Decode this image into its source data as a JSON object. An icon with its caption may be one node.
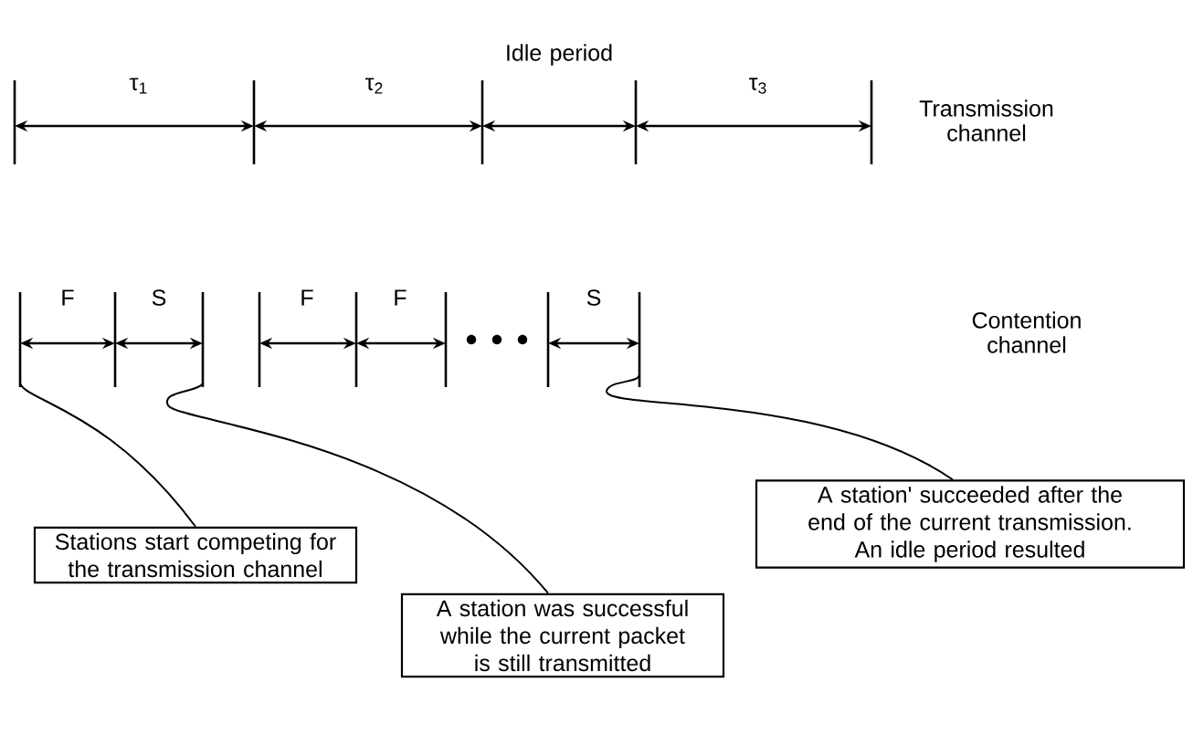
{
  "diagram": {
    "nodes": [
      {
        "text": [
          "Stations start competing for the transmission channel"
        ]
      },
      {
        "text": [
          "A station was successful while the current packet is still transmitted"
        ]
      },
      {
        "text": [
          "A station' succeeded after the end of the current transmission. An idle period resulted"
        ]
      }
    ],
    "edges": [
      {
        "from": 0,
        "to": null,
        "arrow": "none"
      },
      {
        "from": 1,
        "to": null,
        "arrow": "none"
      },
      {
        "from": 2,
        "to": null,
        "arrow": "none"
      }
    ],
    "labels": [
      "τ$_{1}$",
      "τ$_{2}$",
      "Idle period",
      "τ$_{3}$",
      "Transmission channel",
      "F",
      "S",
      "F",
      "F",
      "S",
      "Contention channel"
    ]
  }
}
